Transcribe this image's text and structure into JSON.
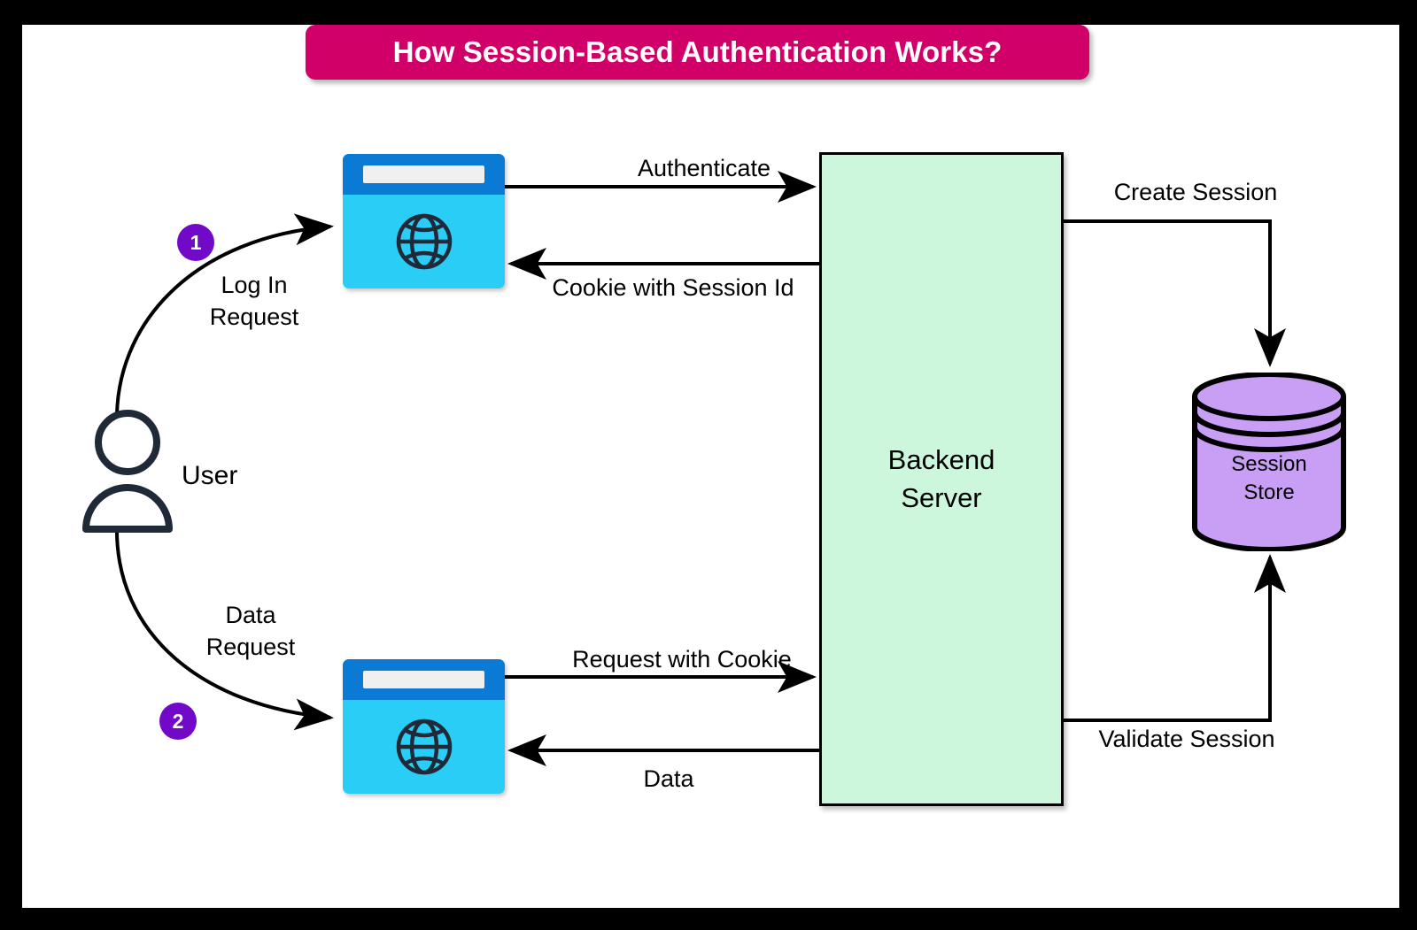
{
  "title": {
    "text": "How Session-Based Authentication Works?",
    "background_color": "#d10069",
    "text_color": "#ffffff"
  },
  "nodes": {
    "user": {
      "label": "User",
      "icon": "user-icon",
      "color": "#1f2937"
    },
    "browser_top": {
      "icon": "browser-globe-icon",
      "bar_color": "#0b7ad4",
      "body_color": "#29cdf5"
    },
    "browser_bottom": {
      "icon": "browser-globe-icon",
      "bar_color": "#0b7ad4",
      "body_color": "#29cdf5"
    },
    "backend_server": {
      "label": "Backend\nServer",
      "color": "#ccf7dd"
    },
    "session_store": {
      "label": "Session\nStore",
      "color": "#c89ff5",
      "shape": "cylinder"
    }
  },
  "steps": [
    {
      "number": "1",
      "label": "Log In\nRequest",
      "badge_color": "#7209c8"
    },
    {
      "number": "2",
      "label": "Data\nRequest",
      "badge_color": "#7209c8"
    }
  ],
  "edges": [
    {
      "id": "login-request",
      "label": "Log In\nRequest",
      "from": "user",
      "to": "browser_top",
      "direction": "right"
    },
    {
      "id": "data-request",
      "label": "Data\nRequest",
      "from": "user",
      "to": "browser_bottom",
      "direction": "right"
    },
    {
      "id": "authenticate",
      "label": "Authenticate",
      "from": "browser_top",
      "to": "backend_server",
      "direction": "right"
    },
    {
      "id": "cookie-session",
      "label": "Cookie with Session Id",
      "from": "backend_server",
      "to": "browser_top",
      "direction": "left"
    },
    {
      "id": "request-cookie",
      "label": "Request with Cookie",
      "from": "browser_bottom",
      "to": "backend_server",
      "direction": "right"
    },
    {
      "id": "data-response",
      "label": "Data",
      "from": "backend_server",
      "to": "browser_bottom",
      "direction": "left"
    },
    {
      "id": "create-session",
      "label": "Create Session",
      "from": "backend_server",
      "to": "session_store",
      "direction": "down"
    },
    {
      "id": "validate-session",
      "label": "Validate Session",
      "from": "session_store",
      "to": "backend_server",
      "direction": "up"
    }
  ],
  "frame": {
    "border_color": "#000000",
    "canvas_color": "#ffffff"
  }
}
